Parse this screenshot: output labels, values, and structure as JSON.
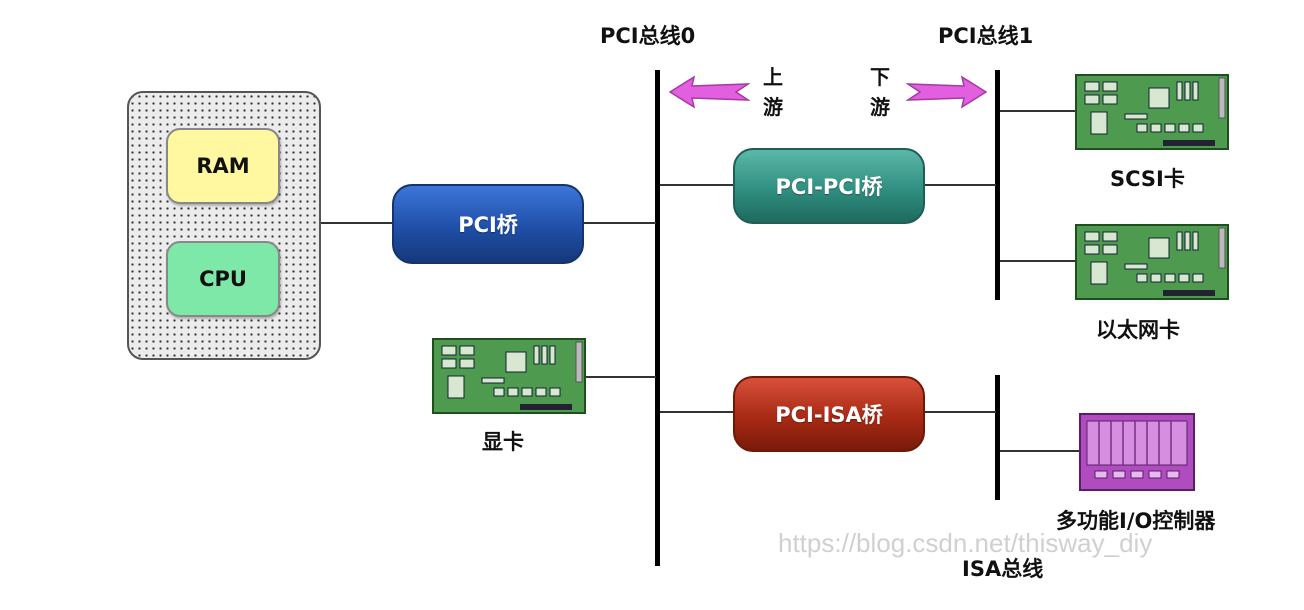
{
  "buses": {
    "pci_bus_0": "PCI总线0",
    "pci_bus_1": "PCI总线1",
    "isa_bus": "ISA总线"
  },
  "direction": {
    "upstream": [
      "上",
      "游"
    ],
    "downstream": [
      "下",
      "游"
    ]
  },
  "host": {
    "ram": "RAM",
    "cpu": "CPU"
  },
  "bridges": {
    "pci_host_bridge": "PCI桥",
    "pci_pci_bridge": "PCI-PCI桥",
    "pci_isa_bridge": "PCI-ISA桥"
  },
  "devices": {
    "graphics_card": "显卡",
    "scsi_card": "SCSI卡",
    "ethernet_card": "以太网卡",
    "io_controller": "多功能I/O控制器"
  },
  "watermark": "https://blog.csdn.net/thisway_diy",
  "colors": {
    "ram": "#fff8a0",
    "cpu": "#7de8a8",
    "pci_bridge": "#1f4fa8",
    "pci_pci_bridge": "#2f8f80",
    "pci_isa_bridge": "#a82a14",
    "arrow": "#e25fe0",
    "board": "#4e9a4e",
    "io_controller": "#b04cc0"
  }
}
